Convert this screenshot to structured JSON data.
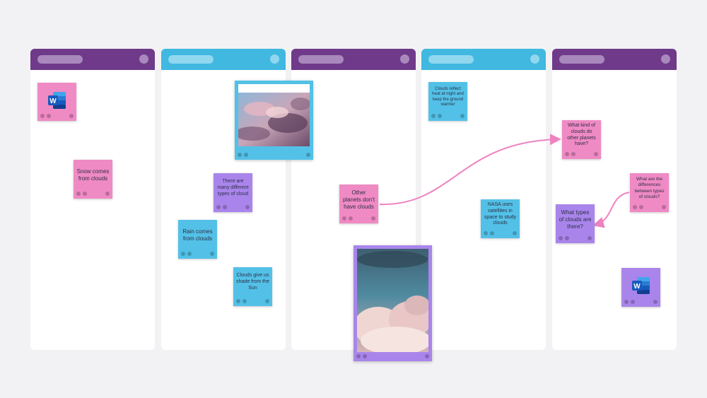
{
  "colors": {
    "purple_header": "#6f3a8a",
    "blue_header": "#40b8e0",
    "note_pink": "#ef8ac4",
    "note_blue": "#53c1e7",
    "note_purple": "#a985eb",
    "connector": "#ee82c0",
    "canvas": "#f2f2f4"
  },
  "columns": [
    {
      "header_color": "purple"
    },
    {
      "header_color": "blue"
    },
    {
      "header_color": "purple"
    },
    {
      "header_color": "blue"
    },
    {
      "header_color": "purple"
    }
  ],
  "notes": {
    "snow": "Snow comes from clouds",
    "many_types": "There are many different types of cloud",
    "rain": "Rain comes from clouds",
    "shade": "Clouds give us shade from the Sun",
    "other_planets": "Other planets don't have clouds",
    "reflect_heat": "Clouds reflect heat at night and keep the ground warmer",
    "nasa": "NASA uses satellites in space to study clouds",
    "what_kind": "What kind of clouds do other planets have?",
    "differences": "What are the differences between types of clouds?",
    "what_types": "What types of clouds are there?"
  },
  "icons": {
    "document": "word-document-icon",
    "photo": "cloud-photo"
  }
}
